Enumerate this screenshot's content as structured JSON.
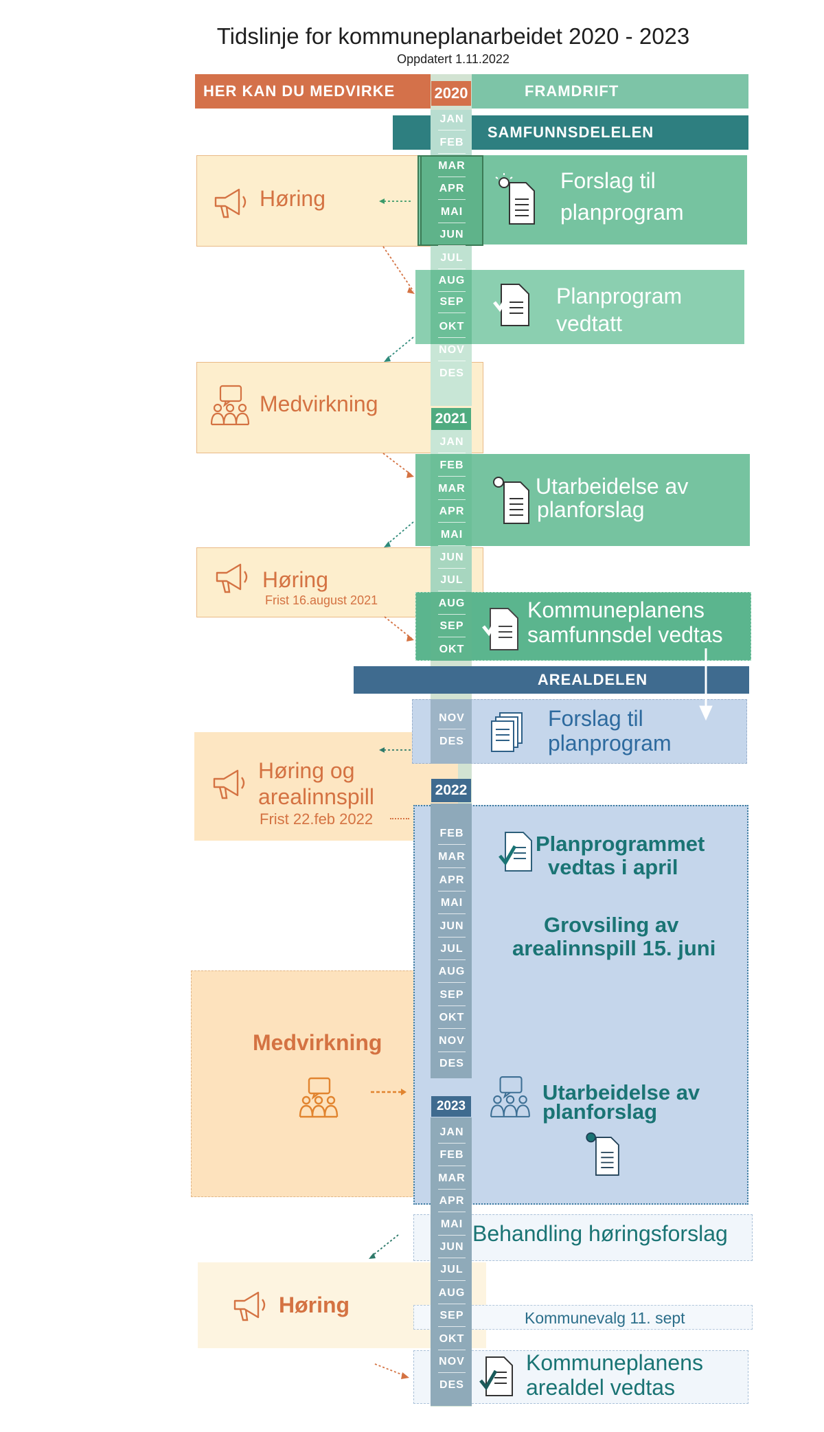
{
  "title": "Tidslinje for kommuneplanarbeidet 2020 - 2023",
  "updated": "Oppdatert 1.11.2022",
  "headers": {
    "participate": "HER KAN DU MEDVIRKE",
    "year": "2020",
    "progress": "FRAMDRIFT"
  },
  "sections": {
    "society": "SAMFUNNSDELELEN",
    "area": "AREALDELEN"
  },
  "years": {
    "y2021": "2021",
    "y2022": "2022",
    "y2023": "2023"
  },
  "months": [
    "JAN",
    "FEB",
    "MAR",
    "APR",
    "MAI",
    "JUN",
    "JUL",
    "AUG",
    "SEP",
    "OKT",
    "NOV",
    "DES"
  ],
  "participation": {
    "hearing1": "Høring",
    "involve1": "Medvirkning",
    "hearing2": "Høring",
    "hearing2_deadline": "Frist 16.august 2021",
    "hearing3_line1": "Høring og",
    "hearing3_line2": "arealinnspill",
    "hearing3_deadline": "Frist 22.feb 2022",
    "involve2": "Medvirkning",
    "hearing4": "Høring"
  },
  "progress": {
    "p1_line1": "Forslag til",
    "p1_line2": "planprogram",
    "p2_line1": "Planprogram",
    "p2_line2": "vedtatt",
    "p3_line1": "Utarbeidelse av",
    "p3_line2": "planforslag",
    "p4_line1": "Kommuneplanens",
    "p4_line2": "samfunnsdel vedtas",
    "a1_line1": "Forslag til",
    "a1_line2": "planprogram",
    "a2_line1": "Planprogrammet",
    "a2_line2": "vedtas i april",
    "a3_line1": "Grovsiling av",
    "a3_line2": "arealinnspill 15. juni",
    "a4_line1": "Utarbeidelse av",
    "a4_line2": "planforslag",
    "a5": "Behandling høringsforslag",
    "a6": "Kommunevalg 11. sept",
    "a7_line1": "Kommuneplanens",
    "a7_line2": "arealdel vedtas"
  },
  "colors": {
    "orange": "#d4714a",
    "green": "#76c3a0",
    "teal": "#2e7f80",
    "navy": "#3f6b8f",
    "blue": "#c5d6eb",
    "cream": "#fdeecd"
  }
}
